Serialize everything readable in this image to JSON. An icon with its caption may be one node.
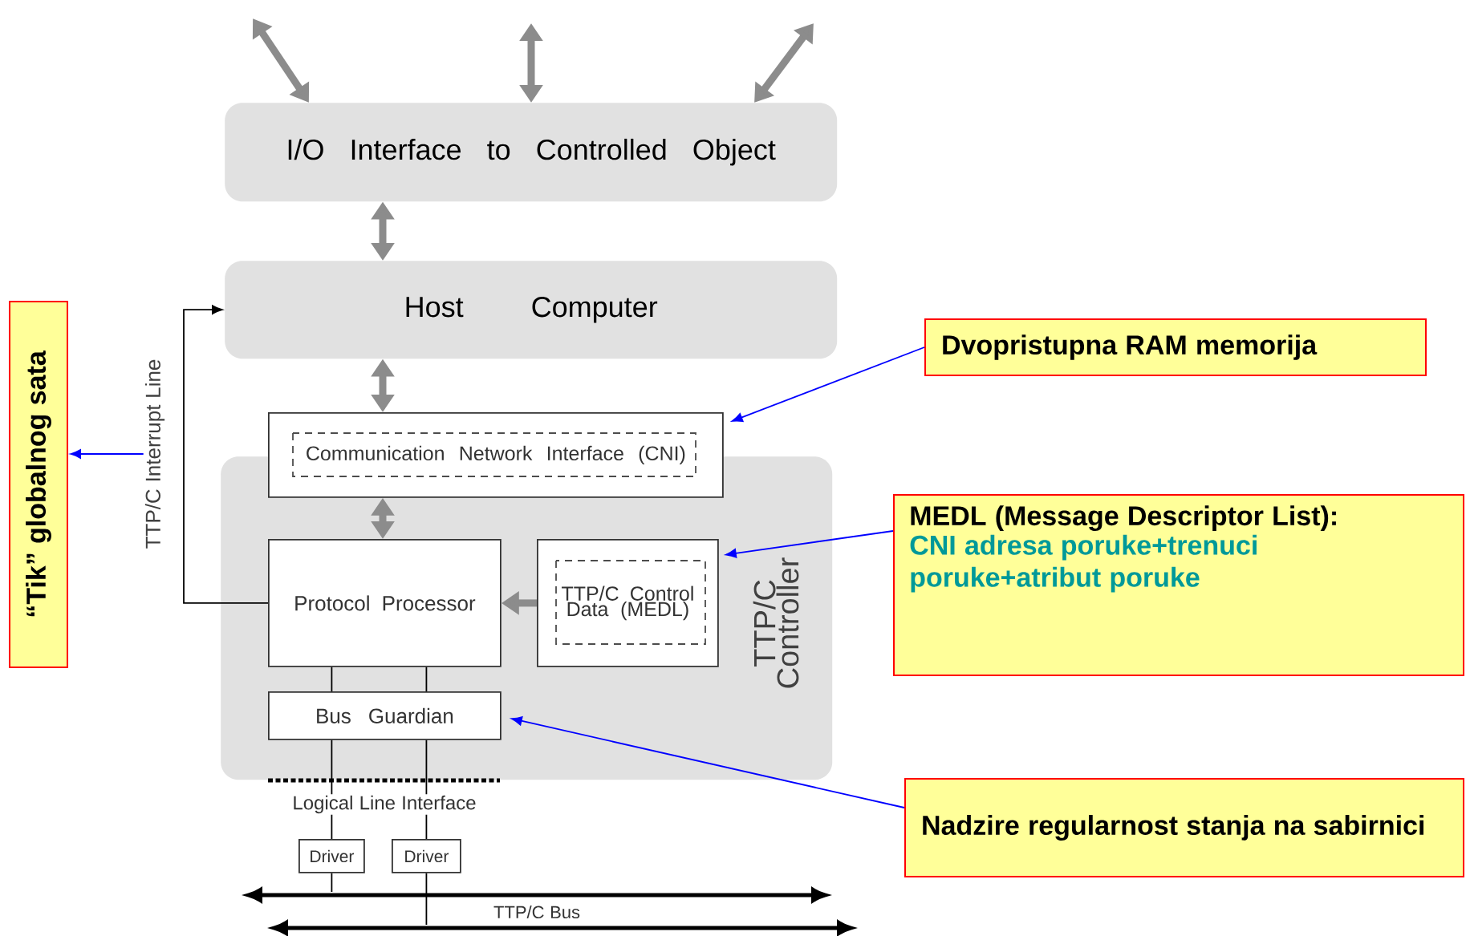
{
  "diagram": {
    "nodes": [
      {
        "text": [
          "I/O Interface to Controlled Object"
        ]
      },
      {
        "text": [
          "Host Computer"
        ]
      },
      {
        "text": [
          "TTP/C Controller"
        ]
      },
      {
        "text": [
          "Communication Network Interface (CNI)"
        ]
      },
      {
        "text": [
          "Protocol Processor"
        ],
        "in": 2
      },
      {
        "text": [
          "TTP/C Control Data (MEDL)"
        ],
        "in": 2
      },
      {
        "text": [
          "Bus Guardian"
        ],
        "in": 2
      },
      {
        "text": [
          "Driver"
        ]
      },
      {
        "text": [
          "Driver"
        ]
      },
      {
        "text": [],
        "shape": "bar"
      },
      {
        "text": [],
        "shape": "bar"
      },
      {
        "text": [
          "“Tik” globalnog sata"
        ]
      },
      {
        "text": [
          "Dvopristupna RAM memorija"
        ]
      },
      {
        "text": [
          "MEDL (Message Descriptor List):",
          "CNI adresa poruke+trenuci poruke+atribut poruke"
        ]
      },
      {
        "text": [
          "Nadzire regularnost stanja na sabirnici"
        ]
      },
      {
        "text": [
          "TTP/C Interrupt Line"
        ]
      }
    ],
    "edges": [
      {
        "from": null,
        "to": 0,
        "arrow": "both",
        "style": "thick",
        "color": "#8c8c8c"
      },
      {
        "from": null,
        "to": 0,
        "arrow": "both",
        "style": "thick",
        "color": "#8c8c8c"
      },
      {
        "from": null,
        "to": 0,
        "arrow": "both",
        "style": "thick",
        "color": "#8c8c8c"
      },
      {
        "from": 0,
        "to": 1,
        "arrow": "both",
        "style": "thick",
        "color": "#8c8c8c"
      },
      {
        "from": 1,
        "to": 3,
        "arrow": "both",
        "style": "thick",
        "color": "#8c8c8c"
      },
      {
        "from": 3,
        "to": 4,
        "arrow": "both",
        "style": "thick",
        "color": "#8c8c8c"
      },
      {
        "from": 5,
        "to": 4,
        "arrow": "to",
        "style": "thick",
        "color": "#8c8c8c"
      },
      {
        "from": 4,
        "to": 1,
        "arrow": "to",
        "color": "#000000"
      },
      {
        "from": 4,
        "to": 6,
        "arrow": "none",
        "color": "#000000"
      },
      {
        "from": 4,
        "to": 6,
        "arrow": "none",
        "color": "#000000"
      },
      {
        "from": 6,
        "to": 7,
        "arrow": "none",
        "color": "#000000"
      },
      {
        "from": 6,
        "to": 8,
        "arrow": "none",
        "color": "#000000"
      },
      {
        "from": 7,
        "to": 9,
        "arrow": "none",
        "color": "#000000"
      },
      {
        "from": 8,
        "to": 10,
        "arrow": "none",
        "color": "#000000"
      },
      {
        "from": 12,
        "to": 3,
        "arrow": "to",
        "color": "#0000ff"
      },
      {
        "from": 13,
        "to": 5,
        "arrow": "to",
        "color": "#0000ff"
      },
      {
        "from": 14,
        "to": 6,
        "arrow": "to",
        "color": "#0000ff"
      },
      {
        "from": 15,
        "to": 11,
        "arrow": "to",
        "color": "#0000ff"
      }
    ],
    "labels": [
      "Logical Line Interface",
      "TTP/C Bus"
    ]
  }
}
